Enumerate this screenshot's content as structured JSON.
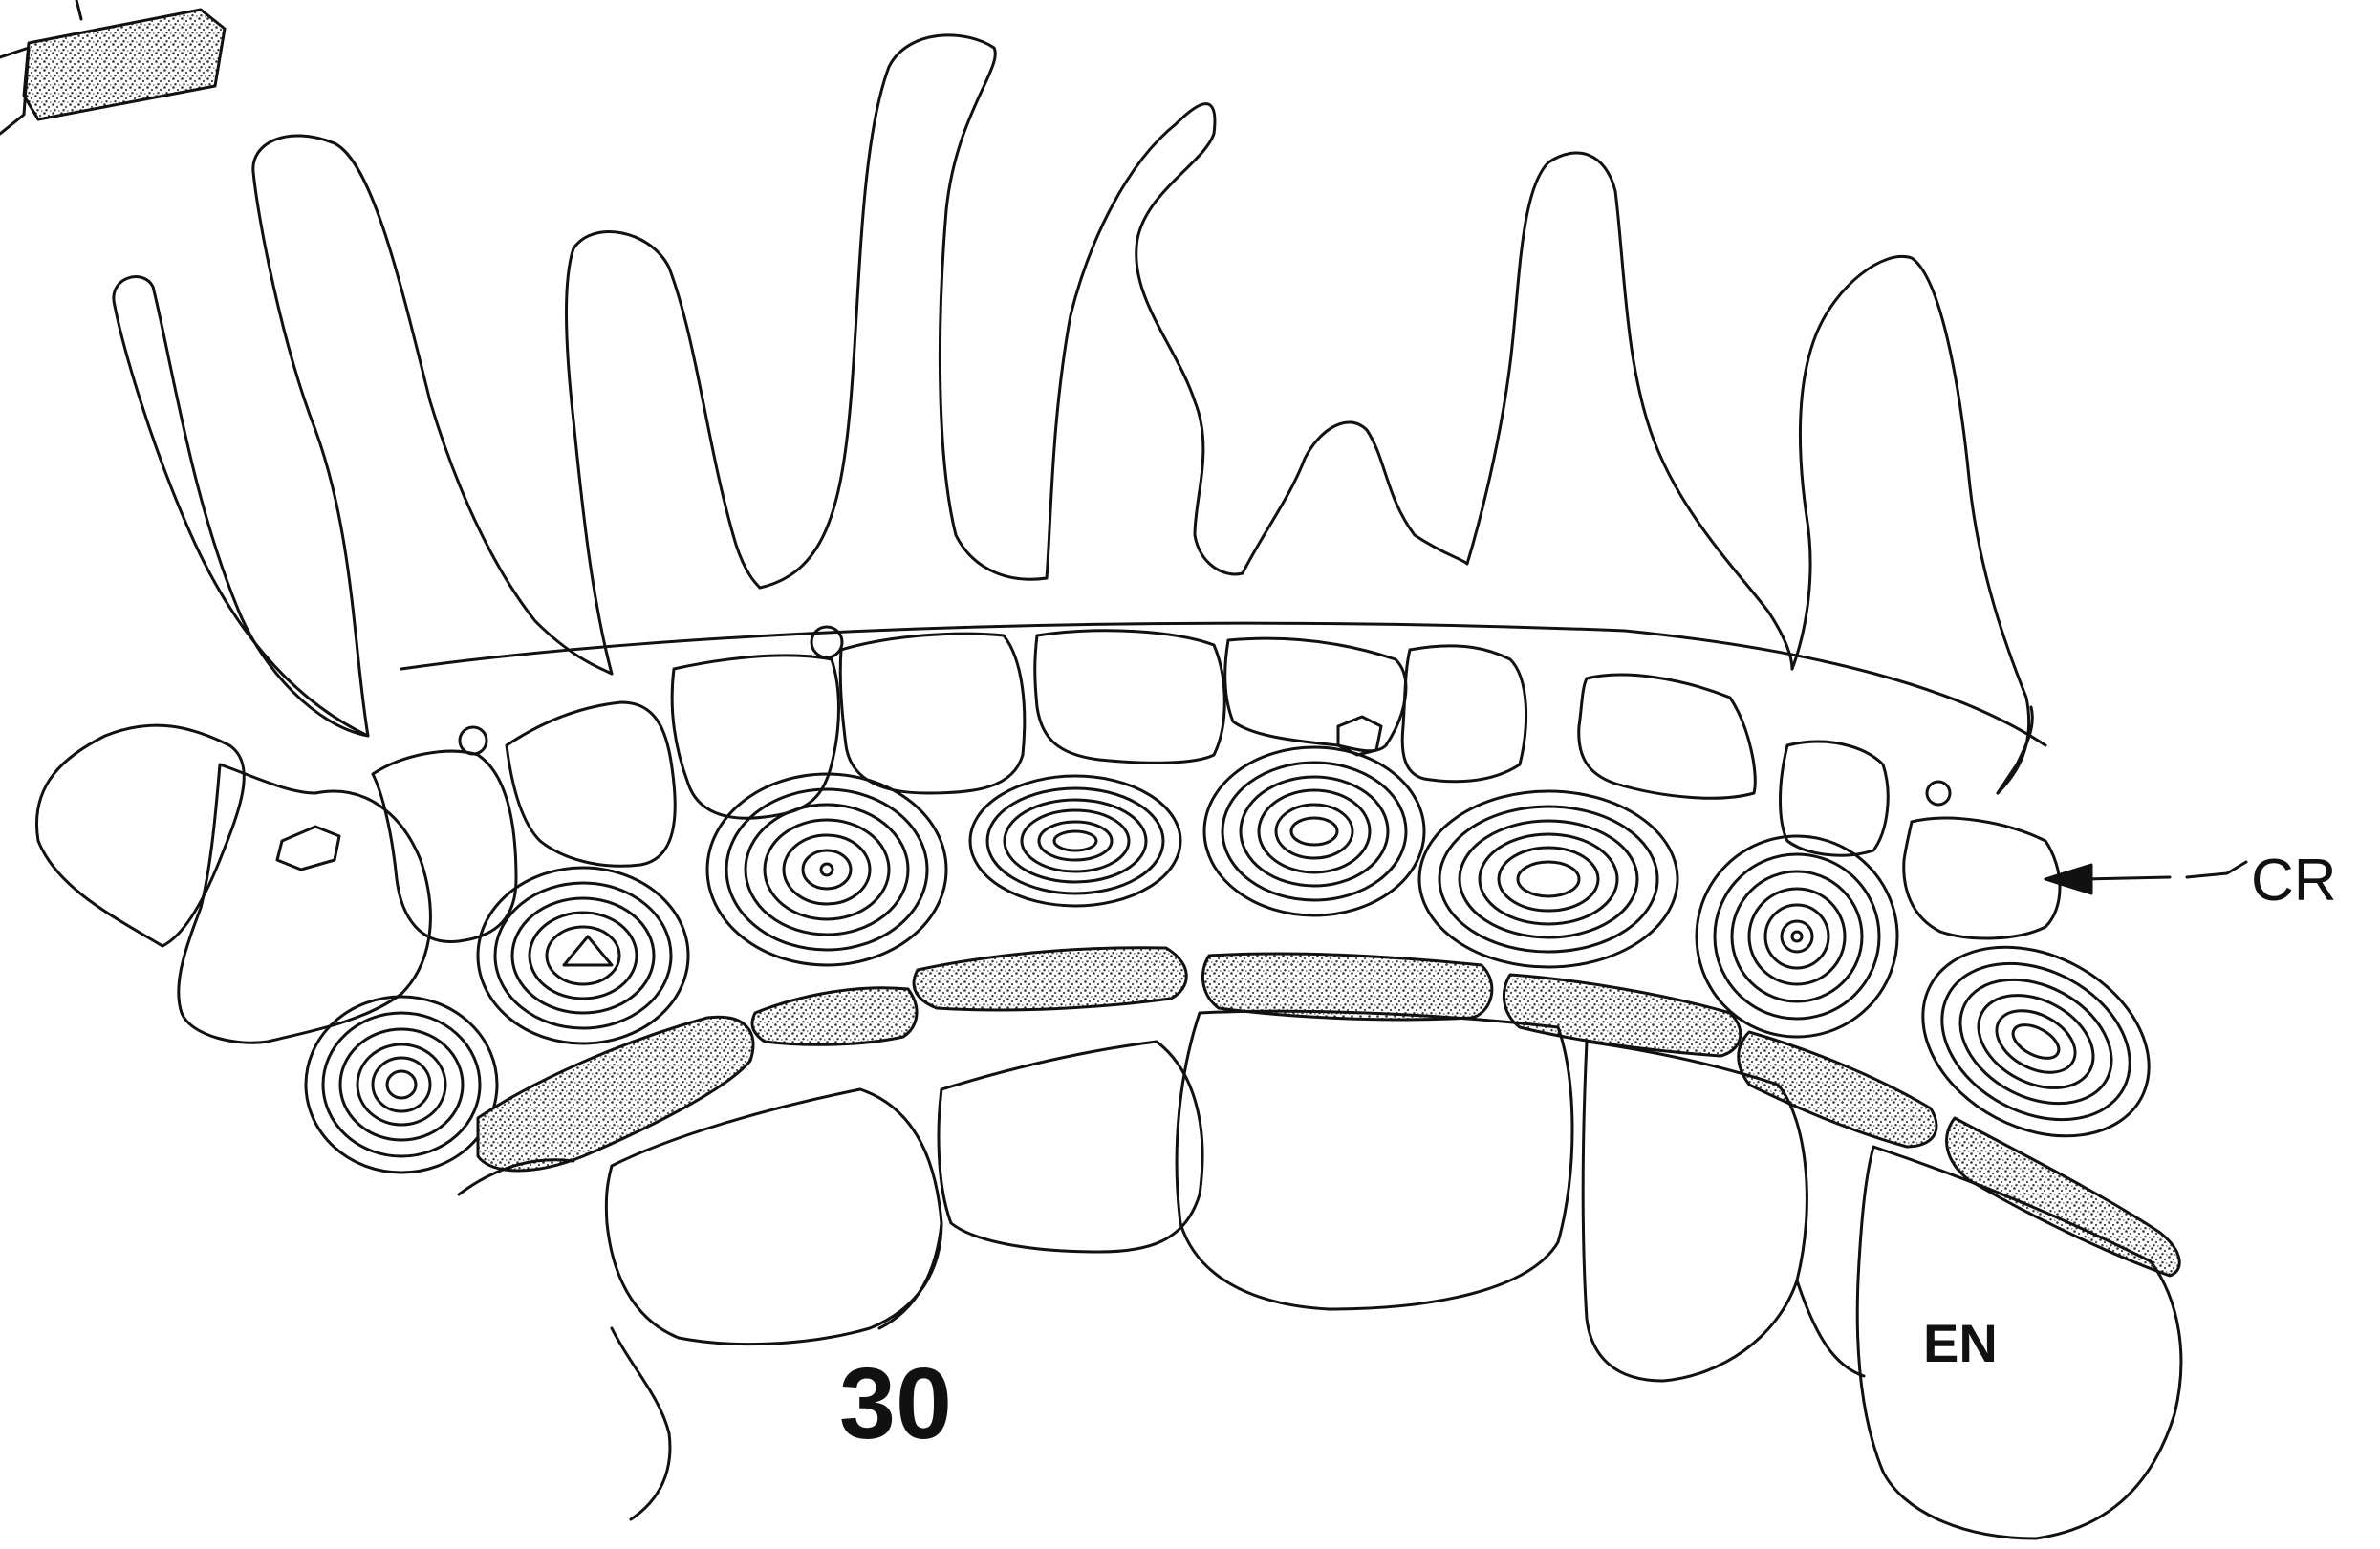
{
  "labels": {
    "crystal": "CR",
    "endosperm": "EN",
    "figure_number": "30"
  },
  "colors": {
    "ink": "#111111",
    "paper": "#ffffff",
    "stipple": "#b9b9b9"
  }
}
